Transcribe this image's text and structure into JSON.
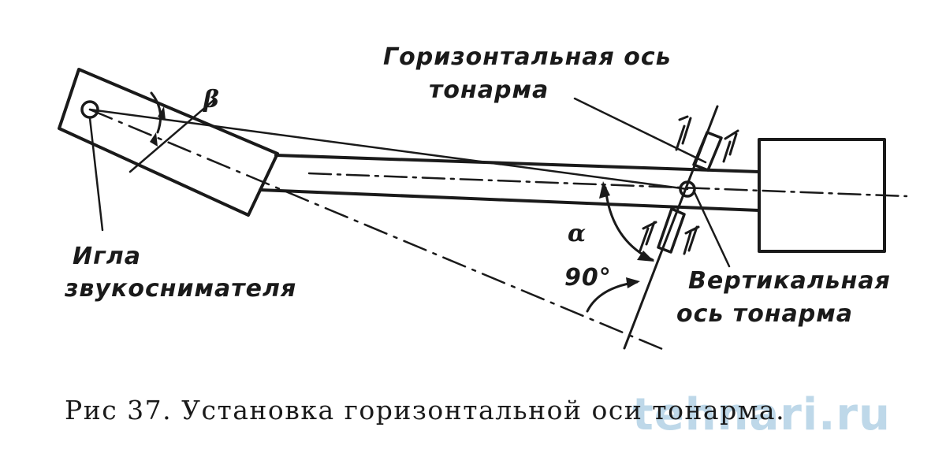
{
  "labels": {
    "horizontal_axis_line1": "Горизонтальная ось",
    "horizontal_axis_line2": "тонарма",
    "needle_line1": "Игла",
    "needle_line2": "звукоснимателя",
    "vertical_axis_line1": "Вертикальная",
    "vertical_axis_line2": "ось тонарма",
    "alpha": "α",
    "beta": "β",
    "angle_90": "90°"
  },
  "caption": "Рис  37.  Установка  горизонтальной  оси  тонарма.",
  "watermark": "tehnari.ru",
  "colors": {
    "ink": "#1a1a1a",
    "watermark": "#6fa8cf",
    "background": "#ffffff"
  }
}
